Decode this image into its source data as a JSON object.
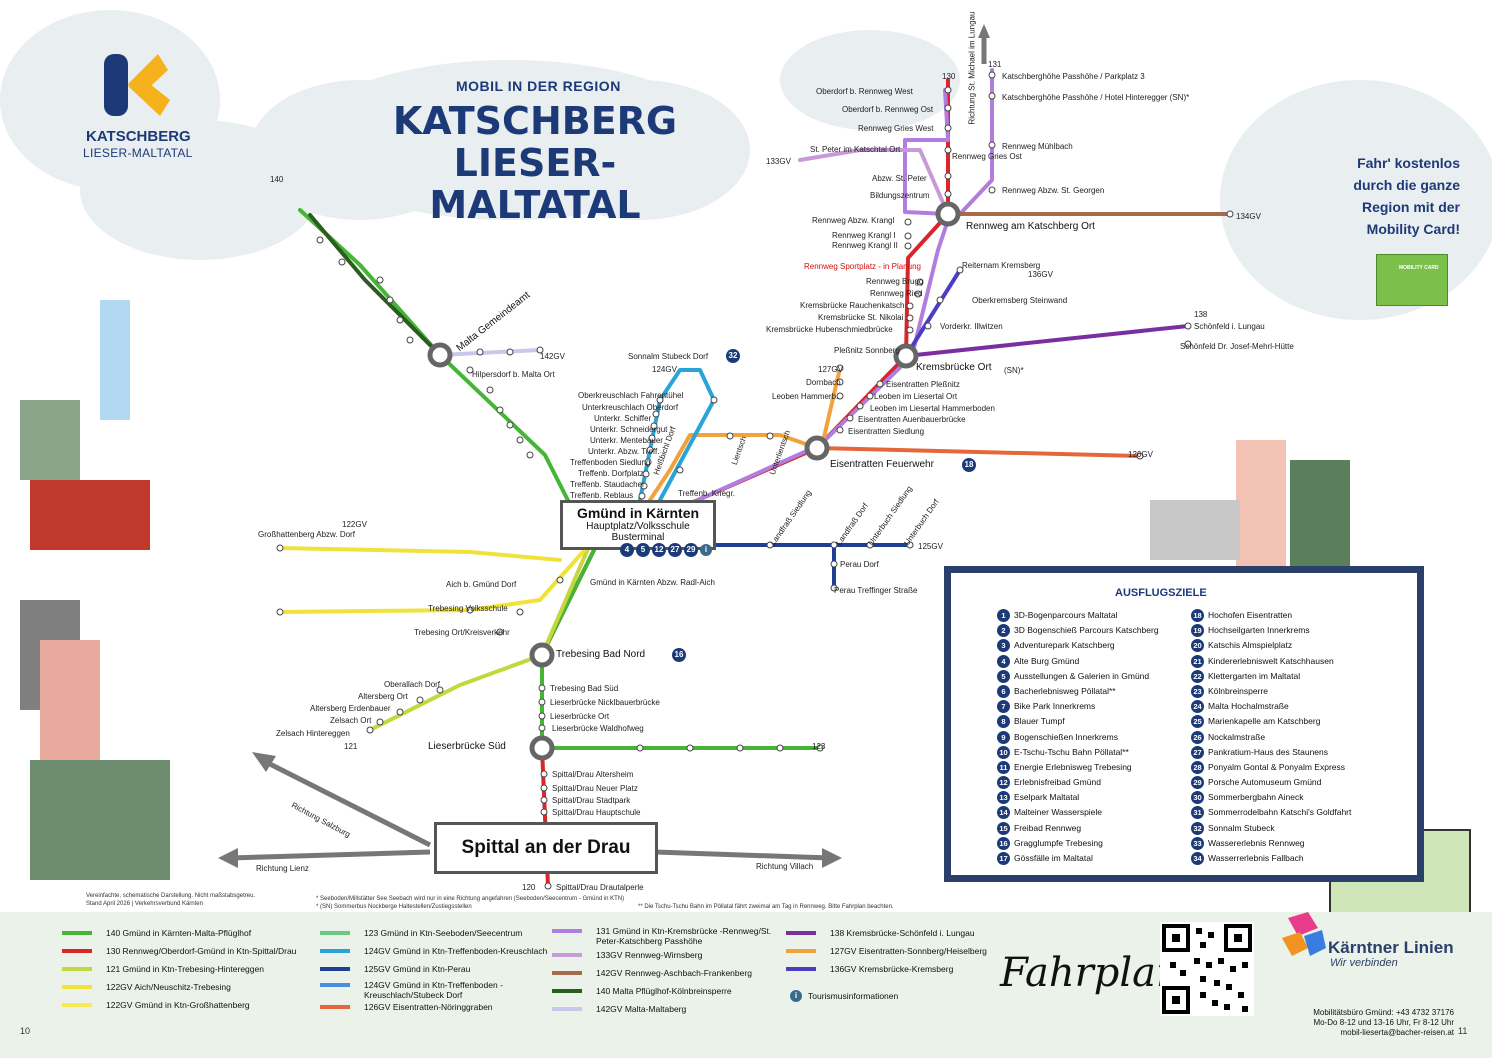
{
  "header": {
    "subtitle": "MOBIL IN DER REGION",
    "title_line1": "KATSCHBERG",
    "title_line2": "LIESER-MALTATAL",
    "logo_name": "KATSCHBERG",
    "logo_region": "LIESER-MALTATAL",
    "promo_line1": "Fahr' kostenlos",
    "promo_line2": "durch die ganze",
    "promo_line3": "Region mit der",
    "promo_line4": "Mobility Card!",
    "mobility_card": "MOBILITY CARD"
  },
  "hubs": {
    "gmund_name": "Gmünd in Kärnten",
    "gmund_sub1": "Hauptplatz/Volksschule",
    "gmund_sub2": "Busterminal",
    "gmund_codes": [
      "4",
      "5",
      "12",
      "27",
      "29"
    ],
    "spittal": "Spittal an der Drau",
    "trebesing": "Trebesing Bad Nord",
    "trebesing_code": "16",
    "lieserbrucke": "Lieserbrücke Süd",
    "eisentratten": "Eisentratten Feuerwehr",
    "eisentratten_code": "18",
    "kremsbrucke": "Kremsbrücke Ort",
    "kremsbrucke_suffix": "(SN)*",
    "rennweg": "Rennweg am Katschberg Ort",
    "malta": "Malta Gemeindeamt",
    "sonnalm": "Sonnalm Stubeck Dorf",
    "sonnalm_code": "32"
  },
  "stops": {
    "s1": "Katschberghöhe Passhöhe / Parkplatz 3",
    "s2": "Katschberghöhe Passhöhe / Hotel Hinteregger (SN)*",
    "s3": "Oberdorf b. Rennweg West",
    "s4": "Oberdorf b. Rennweg Ost",
    "s5": "Rennweg Gries West",
    "s6": "Rennweg Mühlbach",
    "s7": "St. Peter im Katschtal Ort",
    "s8": "Rennweg Gries Ost",
    "s9": "Abzw. St. Peter",
    "s10": "Bildungszentrum",
    "s11": "Rennweg Abzw. St. Georgen",
    "s12": "Rennweg Abzw. Krangl",
    "s13": "Rennweg Krangl I",
    "s14": "Rennweg Krangl II",
    "s15": "Rennweg Sportplatz - in Planung",
    "s16": "Reiternam Kremsberg",
    "s17": "Rennweg Brugg",
    "s18": "Rennweg Ried",
    "s19": "Kremsbrücke Rauchenkatsch",
    "s20": "Kremsbrücke St. Nikolai",
    "s21": "Kremsbrücke Hubenschmiedbrücke",
    "s22": "Oberkremsberg Steinwand",
    "s23": "Vorderkr. Illwitzen",
    "s24": "Schönfeld i. Lungau",
    "s25": "Schönfeld Dr. Josef-Mehrl-Hütte",
    "s26": "Pleßnitz Sonnberg",
    "s27": "Dornbach",
    "s28": "Leoben Hammerb.",
    "s29": "Eisentratten Pleßnitz",
    "s30": "Leoben im Liesertal Ort",
    "s31": "Leoben im Liesertal Hammerboden",
    "s32": "Eisentratten Auenbauerbrücke",
    "s33": "Eisentratten Siedlung",
    "s34": "Hilpersdorf b. Malta Ort",
    "s35": "Oberkreuschlach Fahrentühel",
    "s36": "Unterkreuschlach Oberdorf",
    "s37": "Unterkr. Schiffer",
    "s38": "Unterkr. Schneidergut",
    "s39": "Unterkr. Mentebauer",
    "s40": "Unterkr. Abzw. Treff.",
    "s41": "Treffenboden Siedlung",
    "s42": "Treffenb. Dorfplatz",
    "s43": "Treffenb. Staudacher",
    "s44": "Treffenb. Reblaus",
    "s45": "Treffenb. Kriegr.",
    "s46": "Großhattenberg Abzw. Dorf",
    "s47": "Aich b. Gmünd Dorf",
    "s48": "Gmünd in Kärnten Abzw. Radl-Aich",
    "s49": "Trebesing Volksschule",
    "s50": "Trebesing Ort/Kreisverkehr",
    "s51": "Oberallach Dorf",
    "s52": "Altersberg Ort",
    "s53": "Altersberg Erdenbauer",
    "s54": "Zelsach Ort",
    "s55": "Zelsach Hintereggen",
    "s56": "Trebesing Bad Süd",
    "s57": "Lieserbrücke Nicklbauerbrücke",
    "s58": "Lieserbrücke Ort",
    "s59": "Lieserbrücke Waldhofweg",
    "s60": "Spittal/Drau Altersheim",
    "s61": "Spittal/Drau Neuer Platz",
    "s62": "Spittal/Drau Stadtpark",
    "s63": "Spittal/Drau Hauptschule",
    "s64": "Spittal/Drau Drautalperle",
    "s65": "Perau Dorf",
    "s66": "Perau Treffinger Straße",
    "s67": "Landfraß Siedlung",
    "s68": "Landfraß Dorf",
    "s69": "Unterbuch Siedlung",
    "s70": "Unterbuch Dorf",
    "s71": "Lientsch",
    "s72": "Unterlientsch",
    "s73": "Heiß­bichl Dorf",
    "dir_salzburg": "Richtung Salzburg",
    "dir_lienz": "Richtung Lienz",
    "dir_villach": "Richtung Villach",
    "dir_lungau": "Richtung St. Michael im Lungau"
  },
  "route_numbers": {
    "r130": "130",
    "r131": "131",
    "r133gv": "133GV",
    "r134gv": "134GV",
    "r136gv": "136GV",
    "r138": "138",
    "r127gv": "127GV",
    "r124gv": "124GV",
    "r142gv": "142GV",
    "r140": "140",
    "r122gv": "122GV",
    "r121": "121",
    "r123": "123",
    "r126gv": "126GV",
    "r125gv": "125GV",
    "r120": "120"
  },
  "excursions": {
    "title": "AUSFLUGSZIELE",
    "items": [
      {
        "n": "1",
        "label": "3D-Bogenparcours Maltatal"
      },
      {
        "n": "2",
        "label": "3D Bogenschieß Parcours Katschberg"
      },
      {
        "n": "3",
        "label": "Adventurepark Katschberg"
      },
      {
        "n": "4",
        "label": "Alte Burg Gmünd"
      },
      {
        "n": "5",
        "label": "Ausstellungen & Galerien in Gmünd"
      },
      {
        "n": "6",
        "label": "Bacherlebnisweg Pöllatal**"
      },
      {
        "n": "7",
        "label": "Bike Park Innerkrems"
      },
      {
        "n": "8",
        "label": "Blauer Tumpf"
      },
      {
        "n": "9",
        "label": "Bogenschießen Innerkrems"
      },
      {
        "n": "10",
        "label": "E-Tschu-Tschu Bahn Pöllatal**"
      },
      {
        "n": "11",
        "label": "Energie Erlebnisweg Trebesing"
      },
      {
        "n": "12",
        "label": "Erlebnisfreibad Gmünd"
      },
      {
        "n": "13",
        "label": "Eselpark Maltatal"
      },
      {
        "n": "14",
        "label": "Malteiner Wasserspiele"
      },
      {
        "n": "15",
        "label": "Freibad Rennweg"
      },
      {
        "n": "16",
        "label": "Gragglumpfe Trebesing"
      },
      {
        "n": "17",
        "label": "Gössfälle im Maltatal"
      },
      {
        "n": "18",
        "label": "Hochofen Eisentratten"
      },
      {
        "n": "19",
        "label": "Hochseilgarten Innerkrems"
      },
      {
        "n": "20",
        "label": "Katschis Almspielplatz"
      },
      {
        "n": "21",
        "label": "Kindererlebniswelt Katschhausen"
      },
      {
        "n": "22",
        "label": "Klettergarten im Maltatal"
      },
      {
        "n": "23",
        "label": "Kölnbreinsperre"
      },
      {
        "n": "24",
        "label": "Malta Hochalmstraße"
      },
      {
        "n": "25",
        "label": "Marienkapelle am Katschberg"
      },
      {
        "n": "26",
        "label": "Nockalmstraße"
      },
      {
        "n": "27",
        "label": "Pankratium-Haus des Staunens"
      },
      {
        "n": "28",
        "label": "Ponyalm Gontal & Ponyalm Express"
      },
      {
        "n": "29",
        "label": "Porsche Automuseum Gmünd"
      },
      {
        "n": "30",
        "label": "Sommerbergbahn Aineck"
      },
      {
        "n": "31",
        "label": "Sommerrodelbahn Katschi's Goldfahrt"
      },
      {
        "n": "32",
        "label": "Sonnalm Stubeck"
      },
      {
        "n": "33",
        "label": "Wassererlebnis Rennweg"
      },
      {
        "n": "34",
        "label": "Wasserrerlebnis Fallbach"
      }
    ]
  },
  "legend": {
    "col1": [
      {
        "label": "140 Gmünd in Kärnten-Malta-Pflüglhof",
        "color": "#45b535"
      },
      {
        "label": "130 Rennweg/Oberdorf-Gmünd in Ktn-Spittal/Drau",
        "color": "#d8262b"
      },
      {
        "label": "121 Gmünd in Ktn-Trebesing-Hintereggen",
        "color": "#c4d73e"
      },
      {
        "label": "122GV Aich/Neuschitz-Trebesing",
        "color": "#f0e23a"
      },
      {
        "label": "122GV Gmünd in Ktn-Großhattenberg",
        "color": "#f7ea55"
      }
    ],
    "col2": [
      {
        "label": "123 Gmünd in Ktn-Seeboden/Seecentrum",
        "color": "#6dc882"
      },
      {
        "label": "124GV Gmünd in Ktn-Treffenboden-Kreuschlach",
        "color": "#2aa3d8"
      },
      {
        "label": "125GV Gmünd in Ktn-Perau",
        "color": "#1f3f95"
      },
      {
        "label": "124GV Gmünd in Ktn-Treffenboden -Kreuschlach/Stubeck Dorf",
        "color": "#4a8fe0"
      },
      {
        "label": "126GV Eisentratten-Nöringgraben",
        "color": "#e4663a"
      }
    ],
    "col3": [
      {
        "label": "131 Gmünd in Ktn-Kremsbrücke -Rennweg/St. Peter-Katschberg Passhöhe",
        "color": "#b17ee0"
      },
      {
        "label": "133GV Rennweg-Wirnsberg",
        "color": "#c89ad8"
      },
      {
        "label": "142GV Rennweg-Aschbach-Frankenberg",
        "color": "#a56b4a"
      },
      {
        "label": "140 Malta Pflüglhof-Kölnbreinsperre",
        "color": "#2a5d1f"
      },
      {
        "label": "142GV Malta-Maltaberg",
        "color": "#c8c8ec"
      }
    ],
    "col4": [
      {
        "label": "138 Kremsbrücke-Schönfeld i. Lungau",
        "color": "#7a2fa0"
      },
      {
        "label": "127GV Eisentratten-Sonnberg/Heiselberg",
        "color": "#f2a23a"
      },
      {
        "label": "136GV Kremsbrücke-Kremsberg",
        "color": "#4b3ec2"
      }
    ],
    "tourism_info": "Tourismusinformationen",
    "info_icon": "i",
    "fahrplan": "Fahrplan",
    "kl_name": "Kärntner Linien",
    "kl_tag": "Wir verbinden",
    "contact_1": "Mobilitätsbüro Gmünd: +43 4732 37176",
    "contact_2": "Mo-Do 8-12 und 13-16 Uhr, Fr 8-12 Uhr",
    "contact_3": "mobil-lieserta@bacher-reisen.at",
    "page_left": "10",
    "page_right": "11",
    "note_left_1": "Vereinfachte, schematische Darstellung. Nicht maßstabsgetreu.",
    "note_left_2": "Stand April 2026 | Verkehrsverbund Kärnten",
    "note_mid_1": "* Seeboden/Millstätter See Seebach wird nur in eine Richtung angefahren (Seeboden/Seecentrum - Gmünd in KTN)",
    "note_mid_2": "* (SN) Sommerbus Nockberge Haltestellen/Zustiegsstellen",
    "note_mid_3": "** Die Tschu-Tschu Bahn im Pöllatal fährt zweimal am Tag in Rennweg. Bitte Fahrplan beachten."
  },
  "colors": {
    "navy": "#1d3a78",
    "red130": "#d8262b",
    "green140": "#45b535",
    "lime121": "#c4d73e",
    "yellow122": "#f0e23a",
    "green123": "#6dc882",
    "blue124": "#2aa3d8",
    "navy125": "#1f3f95",
    "orange126": "#e4663a",
    "orange127": "#f2a23a",
    "purple131": "#b17ee0",
    "lilac133": "#c89ad8",
    "brown134": "#a56b4a",
    "violet136": "#4b3ec2",
    "purple138": "#7a2fa0",
    "darkgreen140": "#2a5d1f",
    "lavender142": "#c8c8ec"
  }
}
